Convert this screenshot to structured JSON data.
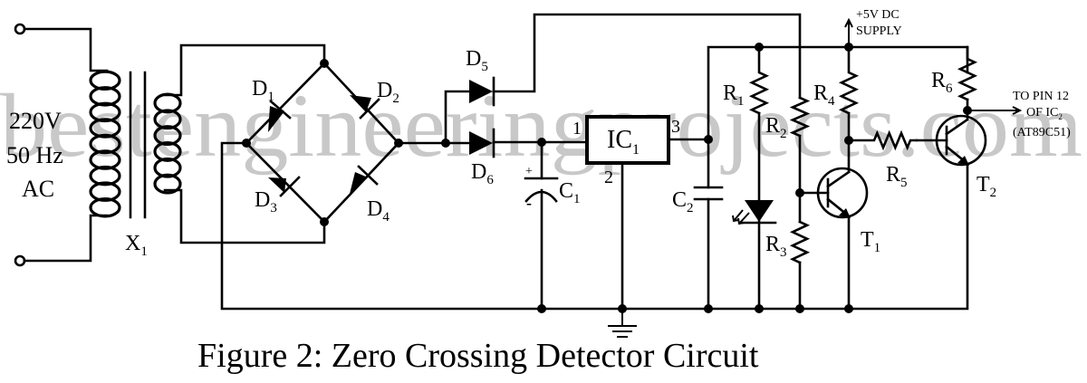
{
  "watermark": "bestengineeringprojects.com",
  "caption": "Figure 2: Zero Crossing Detector Circuit",
  "input": {
    "voltage": "220V",
    "frequency": "50 Hz",
    "type": "AC"
  },
  "supply": {
    "line1": "+5V DC",
    "line2": "SUPPLY"
  },
  "output": {
    "line1": "TO PIN 12",
    "line2_prefix": "OF IC",
    "line2_sub": "2",
    "line3": "(AT89C51)"
  },
  "components": {
    "transformer": {
      "name": "X",
      "sub": "1"
    },
    "d1": {
      "name": "D",
      "sub": "1"
    },
    "d2": {
      "name": "D",
      "sub": "2"
    },
    "d3": {
      "name": "D",
      "sub": "3"
    },
    "d4": {
      "name": "D",
      "sub": "4"
    },
    "d5": {
      "name": "D",
      "sub": "5"
    },
    "d6": {
      "name": "D",
      "sub": "6"
    },
    "c1": {
      "name": "C",
      "sub": "1",
      "plus": "+",
      "minus": "-"
    },
    "c2": {
      "name": "C",
      "sub": "2"
    },
    "ic1": {
      "name": "IC",
      "sub": "1",
      "pin1": "1",
      "pin2": "2",
      "pin3": "3"
    },
    "r1": {
      "name": "R",
      "sub": "1"
    },
    "r2": {
      "name": "R",
      "sub": "2"
    },
    "r3": {
      "name": "R",
      "sub": "3"
    },
    "r4": {
      "name": "R",
      "sub": "4"
    },
    "r5": {
      "name": "R",
      "sub": "5"
    },
    "r6": {
      "name": "R",
      "sub": "6"
    },
    "t1": {
      "name": "T",
      "sub": "1"
    },
    "t2": {
      "name": "T",
      "sub": "2"
    }
  }
}
